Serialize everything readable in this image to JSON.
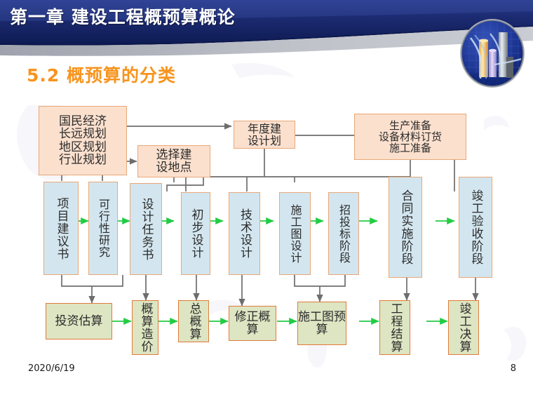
{
  "header": {
    "title": "第一章  建设工程概预算概论",
    "bg_color_dark": "#10205e",
    "bg_color_mid": "#2a3d8f",
    "band_color": "#b9bcc4",
    "logo_name": "building-columns-logo"
  },
  "section": {
    "title": "5.2 概预算的分类",
    "color": "#F7941E"
  },
  "footer": {
    "date": "2020/6/19",
    "page": "8"
  },
  "diagram": {
    "colors": {
      "peach_fill": "#FBE0CE",
      "peach_border": "#E8A878",
      "blue_fill": "#D3E6EF",
      "blue_border": "#E8A878",
      "green_fill": "#DDE5C2",
      "green_border": "#E07B39",
      "gray_wire": "#6d6d6d",
      "green_wire": "#22CC44"
    },
    "nodes": [
      {
        "id": "n1",
        "label": "国民经济\n长远规划\n地区规划\n行业规划",
        "type": "peach",
        "orient": "h"
      },
      {
        "id": "n2",
        "label": "选择建\n设地点",
        "type": "peach",
        "orient": "h"
      },
      {
        "id": "n3",
        "label": "年度建\n设计划",
        "type": "peach",
        "orient": "h"
      },
      {
        "id": "n4",
        "label": "生产准备\n设备材料订货\n施工准备",
        "type": "peach",
        "orient": "h"
      },
      {
        "id": "b1",
        "label": "项目建议书",
        "type": "blue",
        "orient": "v"
      },
      {
        "id": "b2",
        "label": "可行性研究",
        "type": "blue",
        "orient": "v"
      },
      {
        "id": "b3",
        "label": "设计任务书",
        "type": "blue",
        "orient": "v"
      },
      {
        "id": "b4",
        "label": "初步设计",
        "type": "blue",
        "orient": "v"
      },
      {
        "id": "b5",
        "label": "技术设计",
        "type": "blue",
        "orient": "v"
      },
      {
        "id": "b6",
        "label": "施工图设计",
        "type": "blue",
        "orient": "v"
      },
      {
        "id": "b7",
        "label": "招投标阶段",
        "type": "blue",
        "orient": "v"
      },
      {
        "id": "b8",
        "label": "合同实施阶段",
        "type": "blue",
        "orient": "v"
      },
      {
        "id": "b9",
        "label": "竣工验收阶段",
        "type": "blue",
        "orient": "v"
      },
      {
        "id": "g1",
        "label": "投资估算",
        "type": "green",
        "orient": "h"
      },
      {
        "id": "g2",
        "label": "概算造价",
        "type": "green",
        "orient": "v"
      },
      {
        "id": "g3",
        "label": "总概算",
        "type": "green",
        "orient": "v"
      },
      {
        "id": "g4",
        "label": "修正概算",
        "type": "green",
        "orient": "h"
      },
      {
        "id": "g5",
        "label": "施工图预算",
        "type": "green",
        "orient": "h"
      },
      {
        "id": "g6",
        "label": "工程结算",
        "type": "green",
        "orient": "v"
      },
      {
        "id": "g7",
        "label": "竣工决算",
        "type": "green",
        "orient": "v"
      }
    ]
  }
}
